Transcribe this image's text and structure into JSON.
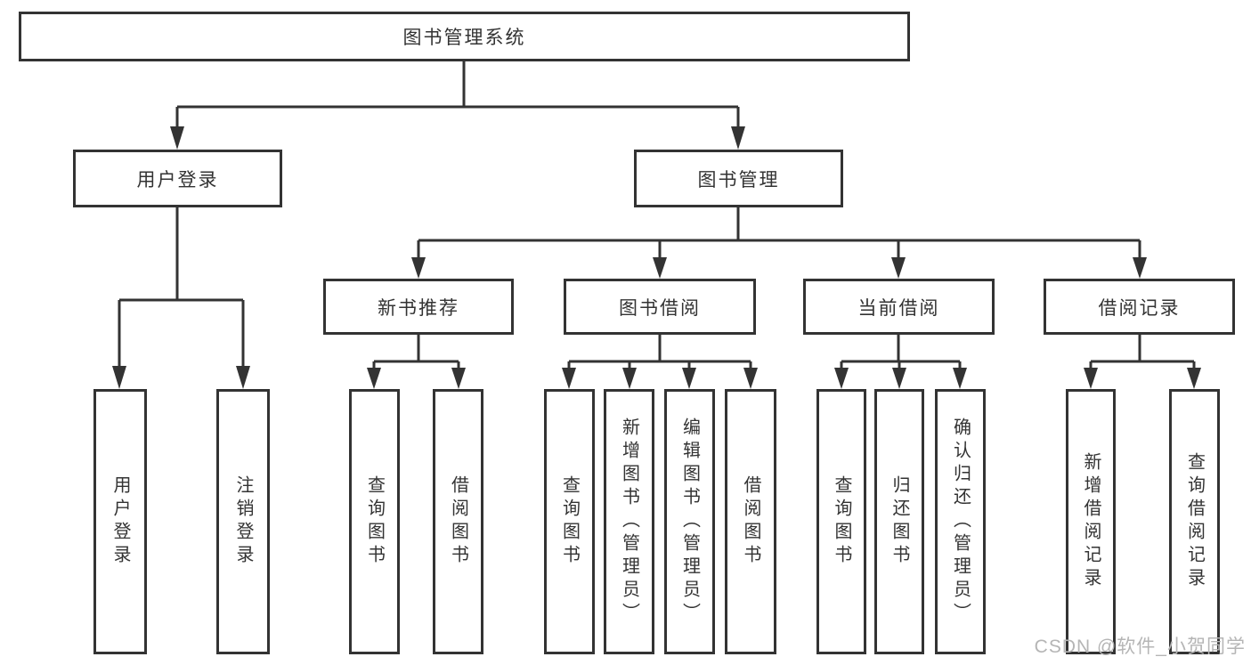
{
  "tree": {
    "root": "图书管理系统",
    "branches": [
      {
        "label": "用户登录",
        "children": [
          "用户登录",
          "注销登录"
        ]
      },
      {
        "label": "图书管理",
        "groups": [
          {
            "label": "新书推荐",
            "children": [
              "查询图书",
              "借阅图书"
            ]
          },
          {
            "label": "图书借阅",
            "children": [
              "查询图书",
              "新增图书（管理员）",
              "编辑图书（管理员）",
              "借阅图书"
            ]
          },
          {
            "label": "当前借阅",
            "children": [
              "查询图书",
              "归还图书",
              "确认归还（管理员）"
            ]
          },
          {
            "label": "借阅记录",
            "children": [
              "新增借阅记录",
              "查询借阅记录"
            ]
          }
        ]
      }
    ]
  },
  "watermark": {
    "text": "CSDN @软件_小贺同学"
  },
  "colors": {
    "line": "#333333",
    "box_border": "#333333",
    "box_background": "#ffffff",
    "text": "#333333",
    "watermark": "#b5b5b5",
    "page_background": "#ffffff"
  }
}
